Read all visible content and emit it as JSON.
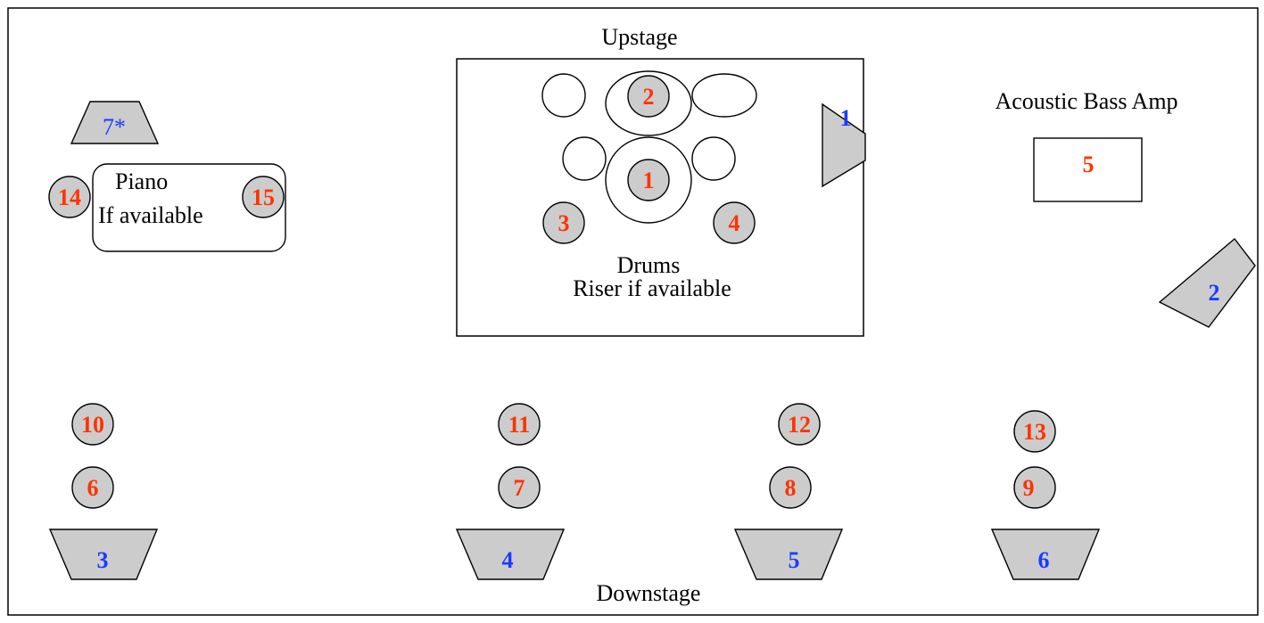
{
  "labels": {
    "upstage": "Upstage",
    "downstage": "Downstage",
    "acoustic_bass_amp": "Acoustic Bass Amp",
    "piano": "Piano",
    "piano_note": "If available",
    "drums": "Drums",
    "drums_note": "Riser if available"
  },
  "mics": {
    "m1": "1",
    "m2": "2",
    "m3": "3",
    "m4": "4",
    "m5": "5",
    "m6": "6",
    "m7": "7",
    "m8": "8",
    "m9": "9",
    "m10": "10",
    "m11": "11",
    "m12": "12",
    "m13": "13",
    "m14": "14",
    "m15": "15"
  },
  "monitors": {
    "w1": "1",
    "w2": "2",
    "w3": "3",
    "w4": "4",
    "w5": "5",
    "w6": "6",
    "w7": "7*"
  },
  "colors": {
    "mic_number": "#ff3300",
    "monitor_number": "#1a3cff",
    "fill": "#cccccc",
    "outline": "#000000"
  }
}
